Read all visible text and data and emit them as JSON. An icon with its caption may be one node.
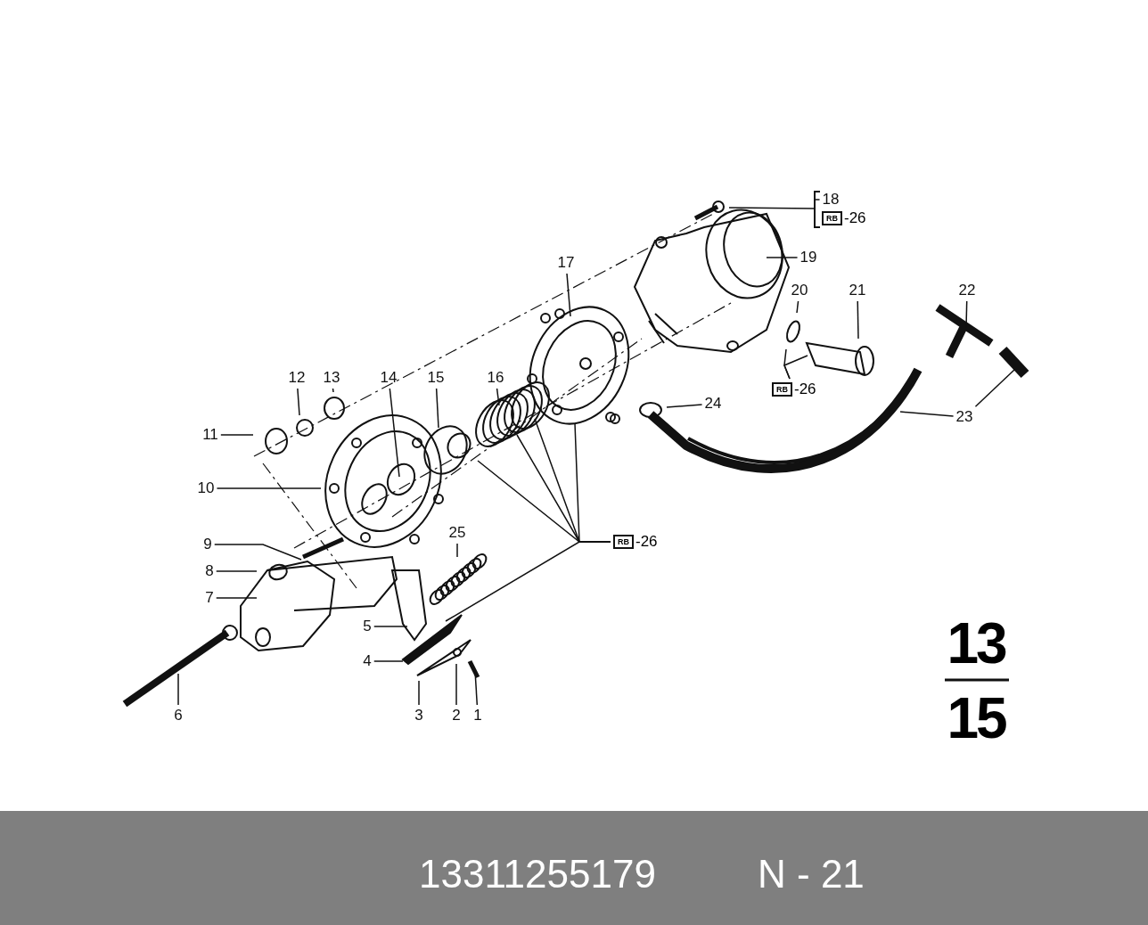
{
  "diagram": {
    "nodes": [
      {
        "text": [
          "1"
        ]
      },
      {
        "text": [
          "2"
        ]
      },
      {
        "text": [
          "3"
        ]
      },
      {
        "text": [
          "4"
        ]
      },
      {
        "text": [
          "5"
        ]
      },
      {
        "text": [
          "6"
        ]
      },
      {
        "text": [
          "7"
        ]
      },
      {
        "text": [
          "8"
        ]
      },
      {
        "text": [
          "9"
        ]
      },
      {
        "text": [
          "10"
        ]
      },
      {
        "text": [
          "11"
        ]
      },
      {
        "text": [
          "12"
        ]
      },
      {
        "text": [
          "13"
        ]
      },
      {
        "text": [
          "14"
        ]
      },
      {
        "text": [
          "15"
        ]
      },
      {
        "text": [
          "16"
        ]
      },
      {
        "text": [
          "17"
        ]
      },
      {
        "text": [
          "18"
        ]
      },
      {
        "text": [
          "RB",
          "-26"
        ]
      },
      {
        "text": [
          "19"
        ]
      },
      {
        "text": [
          "20"
        ]
      },
      {
        "text": [
          "21"
        ]
      },
      {
        "text": [
          "22"
        ]
      },
      {
        "text": [
          "23"
        ]
      },
      {
        "text": [
          "24"
        ]
      },
      {
        "text": [
          "25"
        ]
      },
      {
        "text": [
          "RB",
          "-26"
        ]
      },
      {
        "text": [
          "RB",
          "-26"
        ]
      }
    ],
    "edges": [
      {
        "from": 0,
        "to": null,
        "arrow": "none"
      },
      {
        "from": 1,
        "to": null,
        "arrow": "none"
      },
      {
        "from": 2,
        "to": null,
        "arrow": "none"
      },
      {
        "from": 3,
        "to": null,
        "arrow": "none"
      },
      {
        "from": 4,
        "to": null,
        "arrow": "none"
      },
      {
        "from": 5,
        "to": null,
        "arrow": "none"
      },
      {
        "from": 6,
        "to": null,
        "arrow": "none"
      },
      {
        "from": 7,
        "to": null,
        "arrow": "none"
      },
      {
        "from": 8,
        "to": null,
        "arrow": "none"
      },
      {
        "from": 9,
        "to": null,
        "arrow": "none"
      },
      {
        "from": 10,
        "to": null,
        "arrow": "none"
      },
      {
        "from": 11,
        "to": null,
        "arrow": "none"
      },
      {
        "from": 12,
        "to": null,
        "arrow": "none"
      },
      {
        "from": 13,
        "to": null,
        "arrow": "none"
      },
      {
        "from": 14,
        "to": null,
        "arrow": "none"
      },
      {
        "from": 15,
        "to": null,
        "arrow": "none"
      },
      {
        "from": 16,
        "to": null,
        "arrow": "none"
      },
      {
        "from": 17,
        "to": null,
        "arrow": "none"
      },
      {
        "from": 19,
        "to": null,
        "arrow": "none"
      },
      {
        "from": 20,
        "to": null,
        "arrow": "none"
      },
      {
        "from": 21,
        "to": null,
        "arrow": "none"
      },
      {
        "from": 22,
        "to": null,
        "arrow": "none"
      },
      {
        "from": 23,
        "to": null,
        "arrow": "none"
      },
      {
        "from": 23,
        "to": null,
        "arrow": "none"
      },
      {
        "from": 24,
        "to": null,
        "arrow": "none"
      },
      {
        "from": 25,
        "to": null,
        "arrow": "none"
      },
      {
        "from": 26,
        "to": null,
        "arrow": "none"
      },
      {
        "from": 26,
        "to": null,
        "arrow": "none"
      },
      {
        "from": 26,
        "to": null,
        "arrow": "none"
      },
      {
        "from": 26,
        "to": null,
        "arrow": "none"
      },
      {
        "from": 26,
        "to": null,
        "arrow": "none"
      },
      {
        "from": 27,
        "to": null,
        "arrow": "none"
      },
      {
        "from": 27,
        "to": null,
        "arrow": "none"
      }
    ],
    "labels": [
      "13",
      "15",
      "13311255179",
      "N - 21"
    ]
  }
}
